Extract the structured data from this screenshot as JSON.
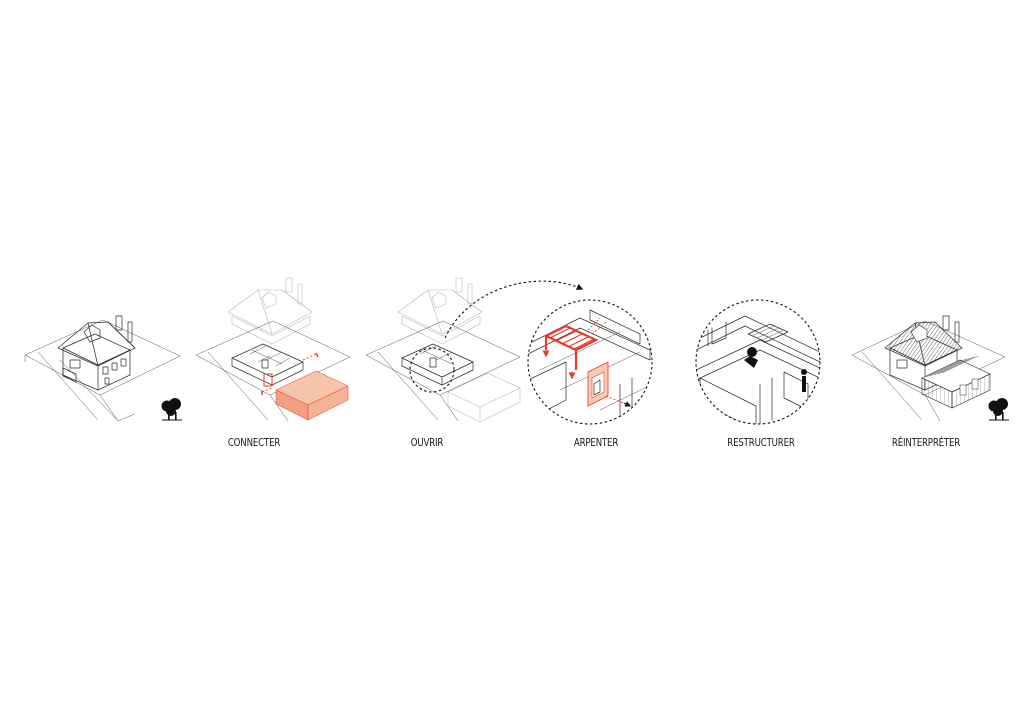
{
  "stages": [
    {
      "label": ""
    },
    {
      "label": "CONNECTER"
    },
    {
      "label": "OUVRIR"
    },
    {
      "label": "ARPENTER"
    },
    {
      "label": "RESTRUCTURER"
    },
    {
      "label": "RÉINTERPRÉTER"
    }
  ],
  "icons": {
    "tree_icon": "tree-icon",
    "house_icon": "house-icon",
    "arrow_icon": "dashed-arrow-icon"
  },
  "colors": {
    "line": "#2a2a2a",
    "ghost": "#b8b8b8",
    "accent_red": "#e8392e",
    "accent_fill": "#f4ad8e",
    "roof_dark": "#6f6f6f"
  }
}
